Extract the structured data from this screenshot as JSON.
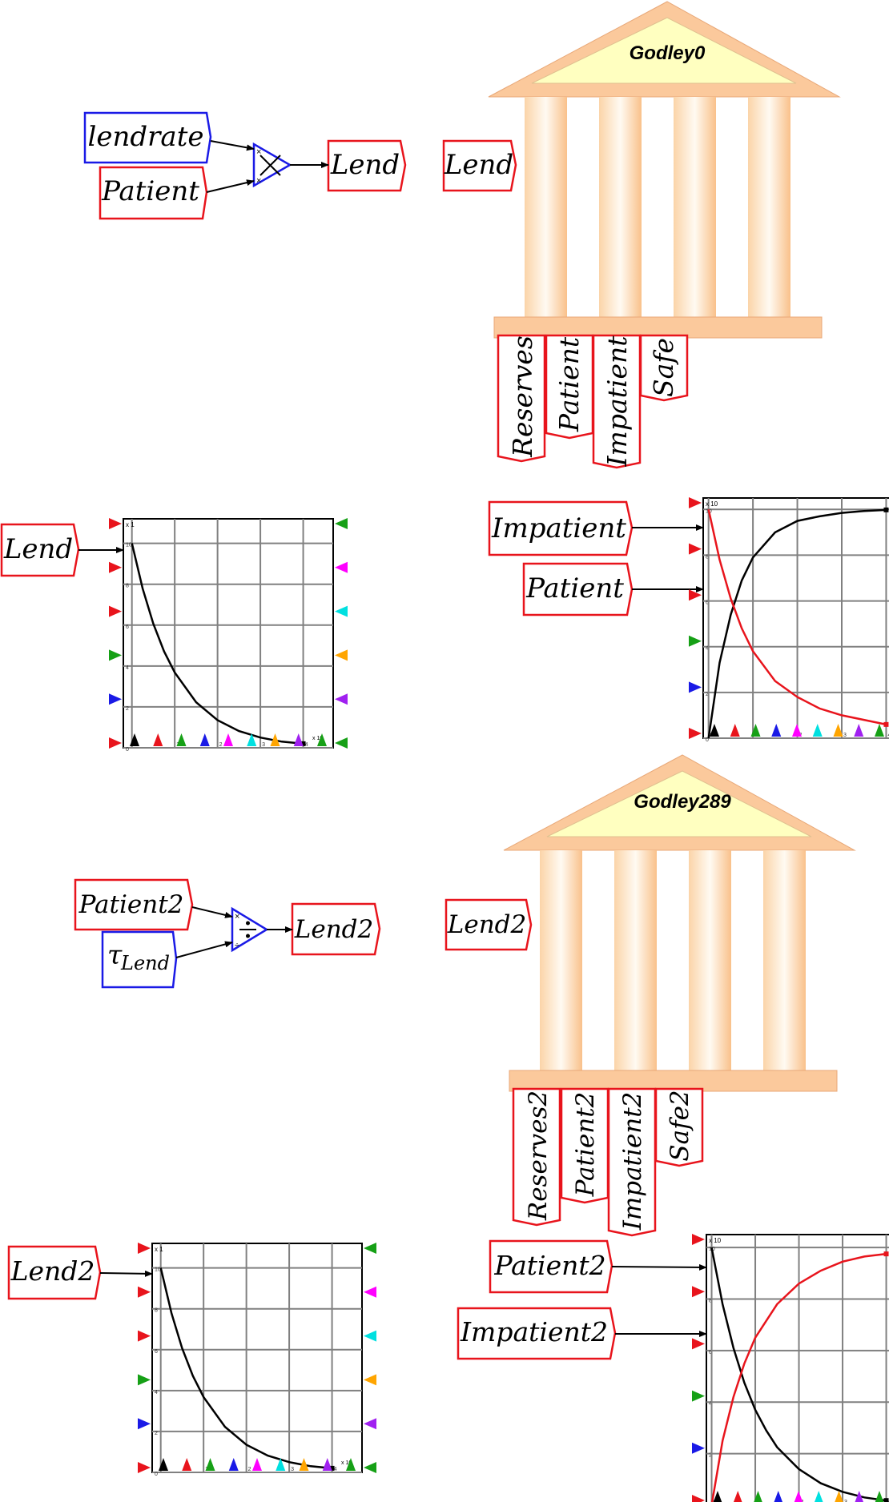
{
  "colors": {
    "variable_border": "#e8141c",
    "parameter_border": "#1a1ae6",
    "wire": "#000000",
    "godley_fill": "#fbc99c",
    "godley_pediment": "#ffffc0",
    "plot_grid": "#808080"
  },
  "operators": {
    "multiply": {
      "name": "multiply-operator",
      "inputs": [
        "lendrate",
        "Patient"
      ],
      "output": "Lend"
    },
    "divide": {
      "name": "divide-operator",
      "inputs": [
        "Patient2",
        "τ_Lend"
      ],
      "output": "Lend2"
    }
  },
  "variables": {
    "lendrate": "lendrate",
    "patient": "Patient",
    "lend": "Lend",
    "lend_godley": "Lend",
    "lend_plot": "Lend",
    "impatient_plot": "Impatient",
    "patient_plot": "Patient",
    "patient2": "Patient2",
    "tau_base": "τ",
    "tau_sub": "Lend",
    "lend2": "Lend2",
    "lend2_godley": "Lend2",
    "lend2_plot": "Lend2",
    "patient2_plot": "Patient2",
    "impatient2_plot": "Impatient2"
  },
  "godley0": {
    "title": "Godley0",
    "stocks": [
      "Reserves",
      "Patient",
      "Impatient",
      "Safe"
    ]
  },
  "godley289": {
    "title": "Godley289",
    "stocks": [
      "Reserves2",
      "Patient2",
      "Impatient2",
      "Safe2"
    ]
  },
  "plot_port_colors": [
    "#e8141c",
    "#e8141c",
    "#16a016",
    "#1a1ae6",
    "#ff00ff",
    "#00e0e0",
    "#ffa500",
    "#a020f0",
    "#16a016"
  ],
  "chart_data": [
    {
      "type": "line",
      "y_multiplier": "x 1",
      "x_multiplier": "x 10",
      "y_ticks": [
        "0",
        "2",
        "4",
        "6",
        "8",
        "10"
      ],
      "x_ticks": [
        "0",
        "1",
        "2",
        "3",
        "4"
      ],
      "ylim": [
        0,
        11.2
      ],
      "xlim": [
        -0.2,
        4.7
      ],
      "grid": true,
      "series": [
        {
          "color": "#000000",
          "x": [
            0,
            0.25,
            0.5,
            0.75,
            1,
            1.5,
            2,
            2.5,
            3,
            3.5,
            4
          ],
          "y": [
            10,
            7.79,
            6.07,
            4.72,
            3.68,
            2.23,
            1.35,
            0.82,
            0.5,
            0.3,
            0.2
          ]
        }
      ]
    },
    {
      "type": "line",
      "y_multiplier": "x 10",
      "x_multiplier": "",
      "y_ticks": [
        "0",
        "2",
        "4",
        "6",
        "8",
        "10"
      ],
      "x_ticks": [
        "0",
        "1",
        "2",
        "3",
        "4"
      ],
      "ylim": [
        0,
        10.5
      ],
      "xlim": [
        -0.12,
        4.1
      ],
      "grid": true,
      "series": [
        {
          "color": "#000000",
          "x": [
            0,
            0.25,
            0.5,
            0.75,
            1,
            1.5,
            2,
            2.5,
            3,
            3.5,
            4
          ],
          "y": [
            0,
            3.3,
            5.4,
            6.9,
            7.9,
            9.0,
            9.5,
            9.7,
            9.85,
            9.93,
            9.98
          ]
        },
        {
          "color": "#e8141c",
          "x": [
            0,
            0.25,
            0.5,
            0.75,
            1,
            1.5,
            2,
            2.5,
            3,
            3.5,
            4
          ],
          "y": [
            10,
            7.8,
            6.1,
            4.8,
            3.8,
            2.5,
            1.8,
            1.3,
            1.0,
            0.8,
            0.6
          ]
        }
      ]
    },
    {
      "type": "line",
      "y_multiplier": "x 1",
      "x_multiplier": "x 10",
      "y_ticks": [
        "0",
        "2",
        "4",
        "6",
        "8",
        "10"
      ],
      "x_ticks": [
        "0",
        "1",
        "2",
        "3",
        "4"
      ],
      "ylim": [
        0,
        11.2
      ],
      "xlim": [
        -0.2,
        4.7
      ],
      "grid": true,
      "series": [
        {
          "color": "#000000",
          "x": [
            0,
            0.25,
            0.5,
            0.75,
            1,
            1.5,
            2,
            2.5,
            3,
            3.5,
            4
          ],
          "y": [
            10,
            7.79,
            6.07,
            4.72,
            3.68,
            2.23,
            1.35,
            0.82,
            0.5,
            0.3,
            0.2
          ]
        }
      ]
    },
    {
      "type": "line",
      "y_multiplier": "x 10",
      "x_multiplier": "",
      "y_ticks": [
        "0",
        "2",
        "4",
        "6",
        "8",
        "10"
      ],
      "x_ticks": [
        "0",
        "1",
        "2",
        "3",
        "4"
      ],
      "ylim": [
        0,
        10.5
      ],
      "xlim": [
        -0.12,
        4.1
      ],
      "grid": true,
      "series": [
        {
          "color": "#000000",
          "x": [
            0,
            0.25,
            0.5,
            0.75,
            1,
            1.25,
            1.5,
            2,
            2.5,
            3,
            3.5,
            4
          ],
          "y": [
            10,
            7.8,
            6.1,
            4.75,
            3.7,
            2.9,
            2.25,
            1.4,
            0.85,
            0.52,
            0.3,
            0.18
          ]
        },
        {
          "color": "#e8141c",
          "x": [
            0,
            0.25,
            0.5,
            0.75,
            1,
            1.5,
            2,
            2.5,
            3,
            3.5,
            4
          ],
          "y": [
            0,
            2.5,
            4.2,
            5.5,
            6.5,
            7.8,
            8.6,
            9.1,
            9.45,
            9.65,
            9.75
          ]
        }
      ]
    }
  ]
}
